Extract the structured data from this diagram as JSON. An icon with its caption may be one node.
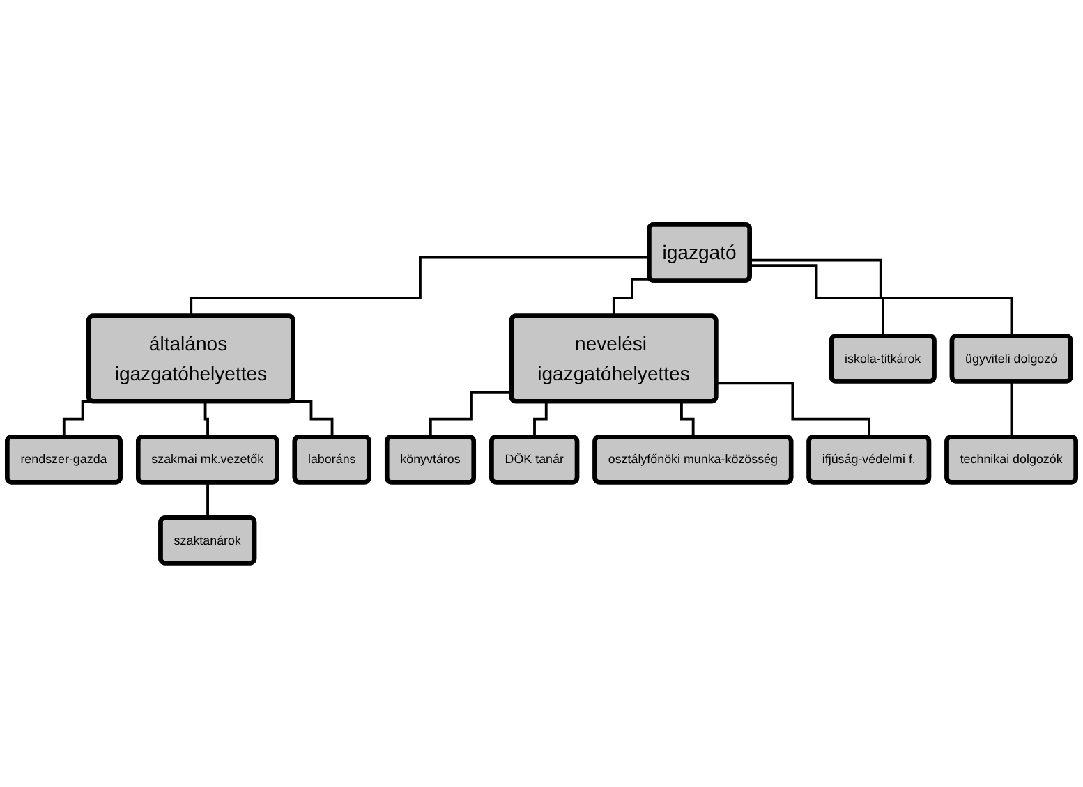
{
  "diagram": {
    "nodes": [
      {
        "text": [
          "igazgató"
        ]
      },
      {
        "text": [
          "általános igazgatóhelyettes"
        ]
      },
      {
        "text": [
          "nevelési igazgatóhelyettes"
        ]
      },
      {
        "text": [
          "rendszer-gazda"
        ]
      },
      {
        "text": [
          "szakmai mk.vezetők"
        ]
      },
      {
        "text": [
          "laboráns"
        ]
      },
      {
        "text": [
          "szaktanárok"
        ]
      },
      {
        "text": [
          "könyvtáros"
        ]
      },
      {
        "text": [
          "DÖK tanár"
        ]
      },
      {
        "text": [
          "osztályfőnöki munka-közösség"
        ]
      },
      {
        "text": [
          "ifjúság-védelmi f."
        ]
      },
      {
        "text": [
          "iskola-titkárok"
        ]
      },
      {
        "text": [
          "ügyviteli dolgozó"
        ]
      },
      {
        "text": [
          "technikai dolgozók"
        ]
      }
    ],
    "edges": [
      {
        "from": 0,
        "to": 1,
        "arrow": "none"
      },
      {
        "from": 0,
        "to": 2,
        "arrow": "none"
      },
      {
        "from": 0,
        "to": 11,
        "arrow": "none"
      },
      {
        "from": 0,
        "to": 12,
        "arrow": "none"
      },
      {
        "from": 1,
        "to": 3,
        "arrow": "none"
      },
      {
        "from": 1,
        "to": 4,
        "arrow": "none"
      },
      {
        "from": 1,
        "to": 5,
        "arrow": "none"
      },
      {
        "from": 4,
        "to": 6,
        "arrow": "none"
      },
      {
        "from": 2,
        "to": 7,
        "arrow": "none"
      },
      {
        "from": 2,
        "to": 8,
        "arrow": "none"
      },
      {
        "from": 2,
        "to": 9,
        "arrow": "none"
      },
      {
        "from": 2,
        "to": 10,
        "arrow": "none"
      },
      {
        "from": 12,
        "to": 13,
        "arrow": "none"
      }
    ]
  }
}
